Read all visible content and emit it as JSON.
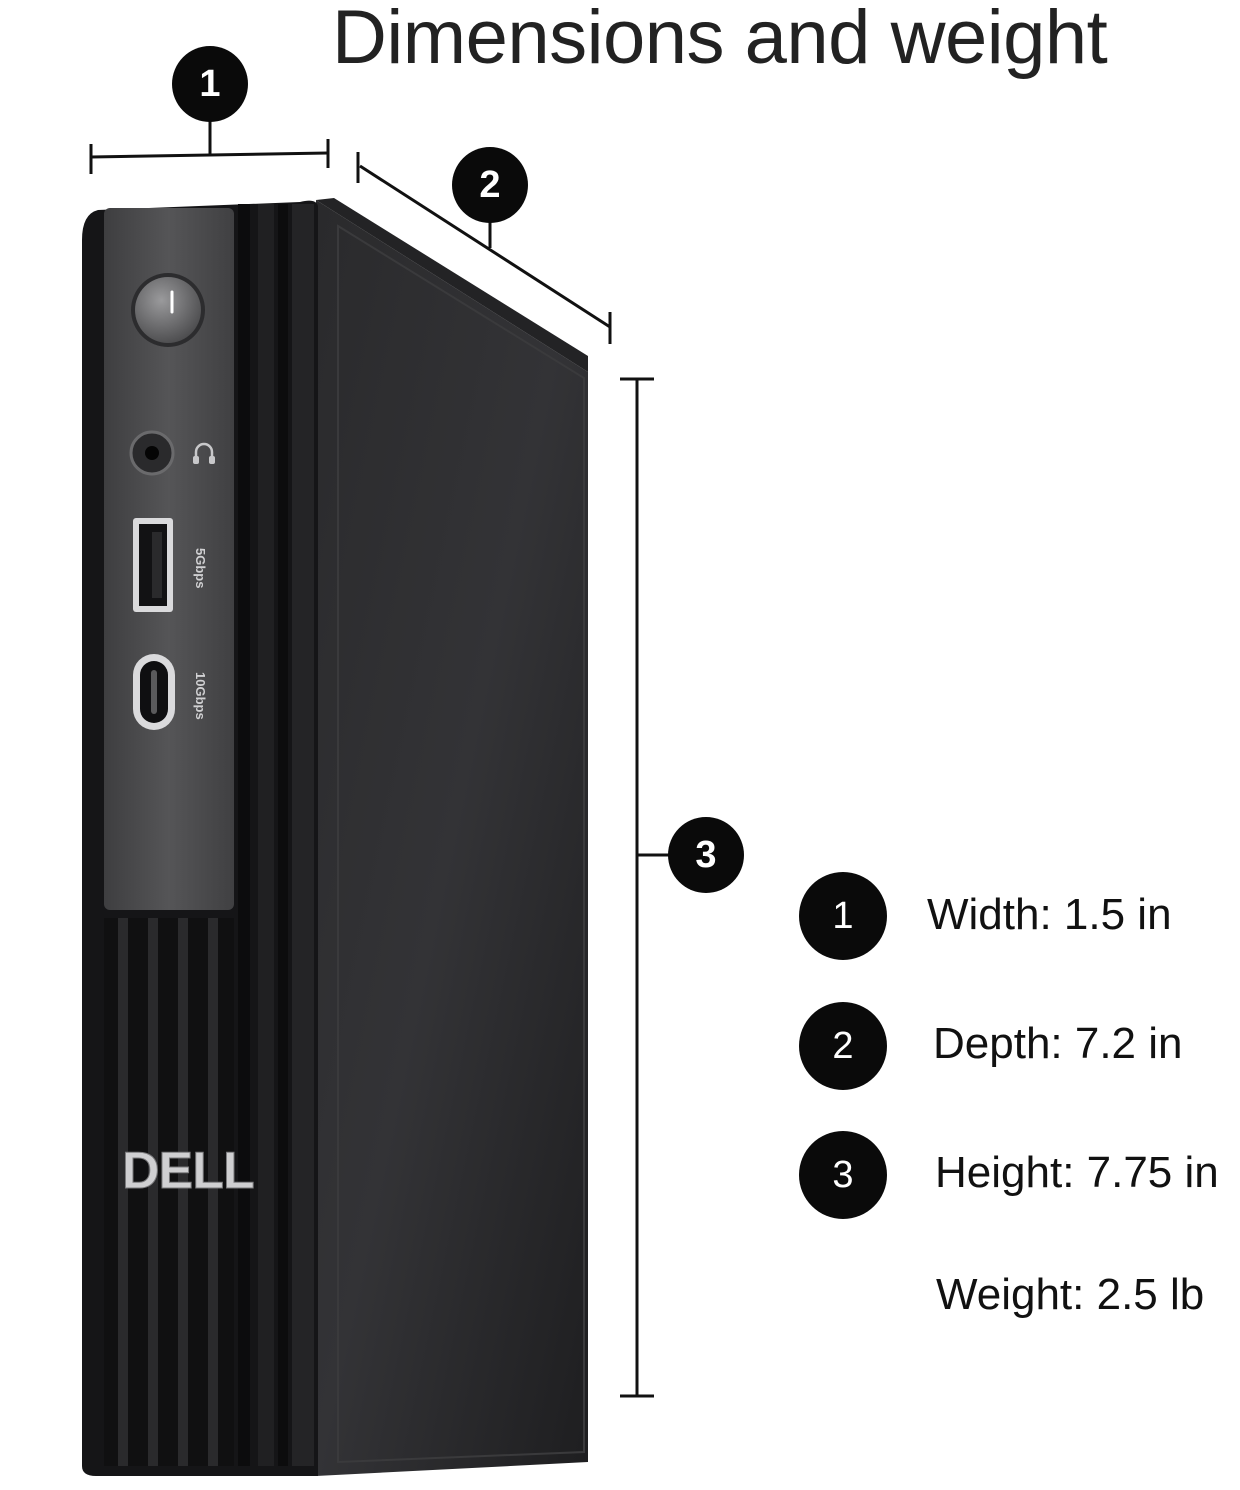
{
  "title": "Dimensions and weight",
  "colors": {
    "badge": "#0a0a0a",
    "badge_text": "#ffffff",
    "text": "#111111",
    "chassis": "#1c1c1e",
    "front_panel": "#4a4a4c"
  },
  "callouts": {
    "width": "1",
    "depth": "2",
    "height": "3"
  },
  "legend": [
    {
      "badge": "1",
      "text": "Width: 1.5 in"
    },
    {
      "badge": "2",
      "text": "Depth: 7.2 in"
    },
    {
      "badge": "3",
      "text": "Height: 7.75 in"
    }
  ],
  "weight": "Weight: 2.5 lb",
  "product": {
    "brand_logo": "DELL",
    "port_label_usb_a": "5Gbps",
    "port_label_usb_c": "10Gbps",
    "icons": [
      "power-button-icon",
      "headphone-jack-icon",
      "headphone-icon",
      "usb-a-port-icon",
      "usb-c-port-icon"
    ]
  }
}
